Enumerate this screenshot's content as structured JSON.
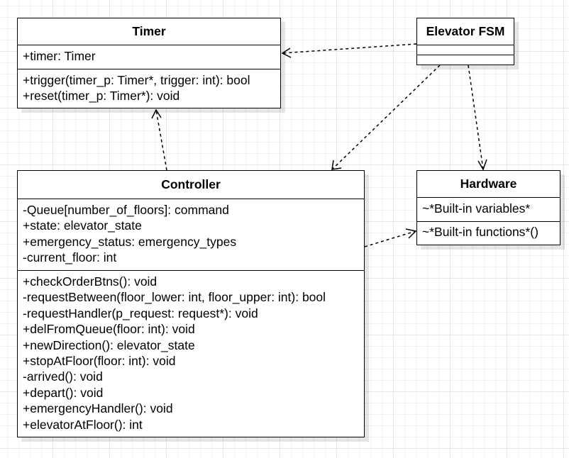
{
  "classes": {
    "timer": {
      "name": "Timer",
      "attributes": [
        "+timer: Timer"
      ],
      "methods": [
        "+trigger(timer_p: Timer*, trigger: int): bool",
        "+reset(timer_p: Timer*): void"
      ]
    },
    "elevator_fsm": {
      "name": "Elevator FSM",
      "attributes": [],
      "methods": []
    },
    "controller": {
      "name": "Controller",
      "attributes": [
        "-Queue[number_of_floors]: command",
        "+state: elevator_state",
        "+emergency_status: emergency_types",
        "-current_floor: int"
      ],
      "methods": [
        "+checkOrderBtns(): void",
        "-requestBetween(floor_lower: int, floor_upper: int): bool",
        "-requestHandler(p_request: request*): void",
        "+delFromQueue(floor: int): void",
        "+newDirection(): elevator_state",
        "+stopAtFloor(floor: int): void",
        "-arrived(): void",
        "+depart(): void",
        "+emergencyHandler(): void",
        "+elevatorAtFloor(): int"
      ]
    },
    "hardware": {
      "name": "Hardware",
      "attributes": [
        "~*Built-in variables*"
      ],
      "methods": [
        "~*Built-in functions*()"
      ]
    }
  },
  "relations": [
    {
      "from": "elevator_fsm",
      "to": "timer",
      "kind": "dependency"
    },
    {
      "from": "elevator_fsm",
      "to": "controller",
      "kind": "dependency"
    },
    {
      "from": "elevator_fsm",
      "to": "hardware",
      "kind": "dependency"
    },
    {
      "from": "controller",
      "to": "timer",
      "kind": "dependency"
    },
    {
      "from": "controller",
      "to": "hardware",
      "kind": "dependency"
    }
  ]
}
